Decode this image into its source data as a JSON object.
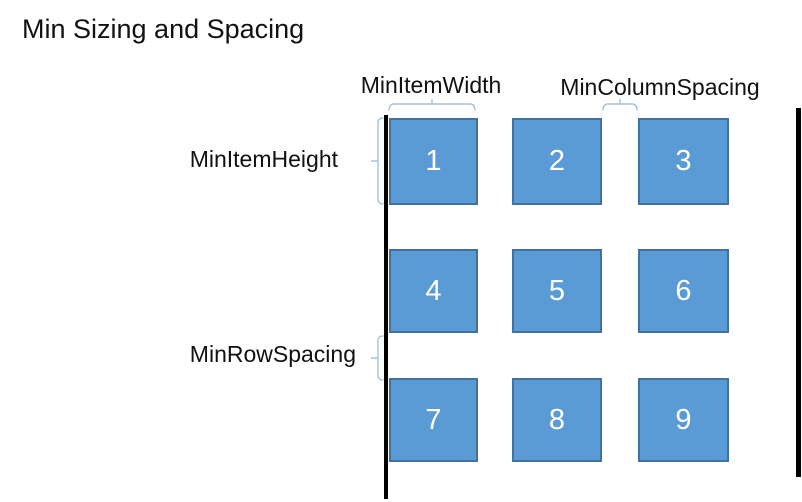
{
  "title": "Min Sizing and Spacing",
  "labels": {
    "min_item_width": "MinItemWidth",
    "min_column_spacing": "MinColumnSpacing",
    "min_item_height": "MinItemHeight",
    "min_row_spacing": "MinRowSpacing"
  },
  "grid": {
    "items": [
      "1",
      "2",
      "3",
      "4",
      "5",
      "6",
      "7",
      "8",
      "9"
    ]
  },
  "colors": {
    "item_fill": "#5B9BD5",
    "item_border": "#41719C",
    "item_text": "#FFFFFF",
    "brace": "#A6C1DE",
    "line": "#000000"
  }
}
